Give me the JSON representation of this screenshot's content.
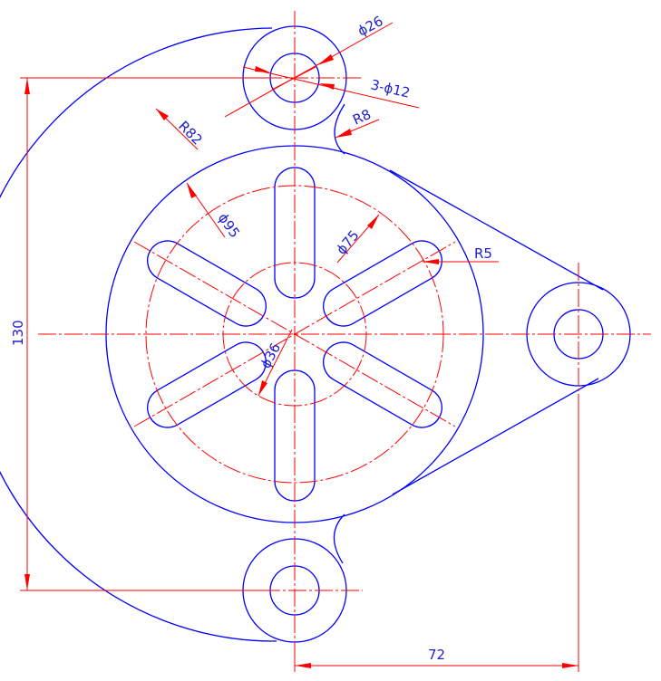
{
  "drawing": {
    "colors": {
      "outline": "#0000ff",
      "centerline": "#ff0000",
      "dimension": "#ff0000",
      "dimension_text": "#2020d0"
    },
    "dimensions": {
      "boss_diameter": "ϕ26",
      "hole_diameter": "3-ϕ12",
      "fillet_radius": "R8",
      "outer_arc_radius": "R82",
      "disc_diameter": "ϕ95",
      "slot_outer_circle": "ϕ75",
      "slot_inner_circle": "ϕ36",
      "slot_end_radius": "R5",
      "vertical_spacing": "130",
      "horizontal_spacing": "72"
    },
    "slot_count": 6
  }
}
